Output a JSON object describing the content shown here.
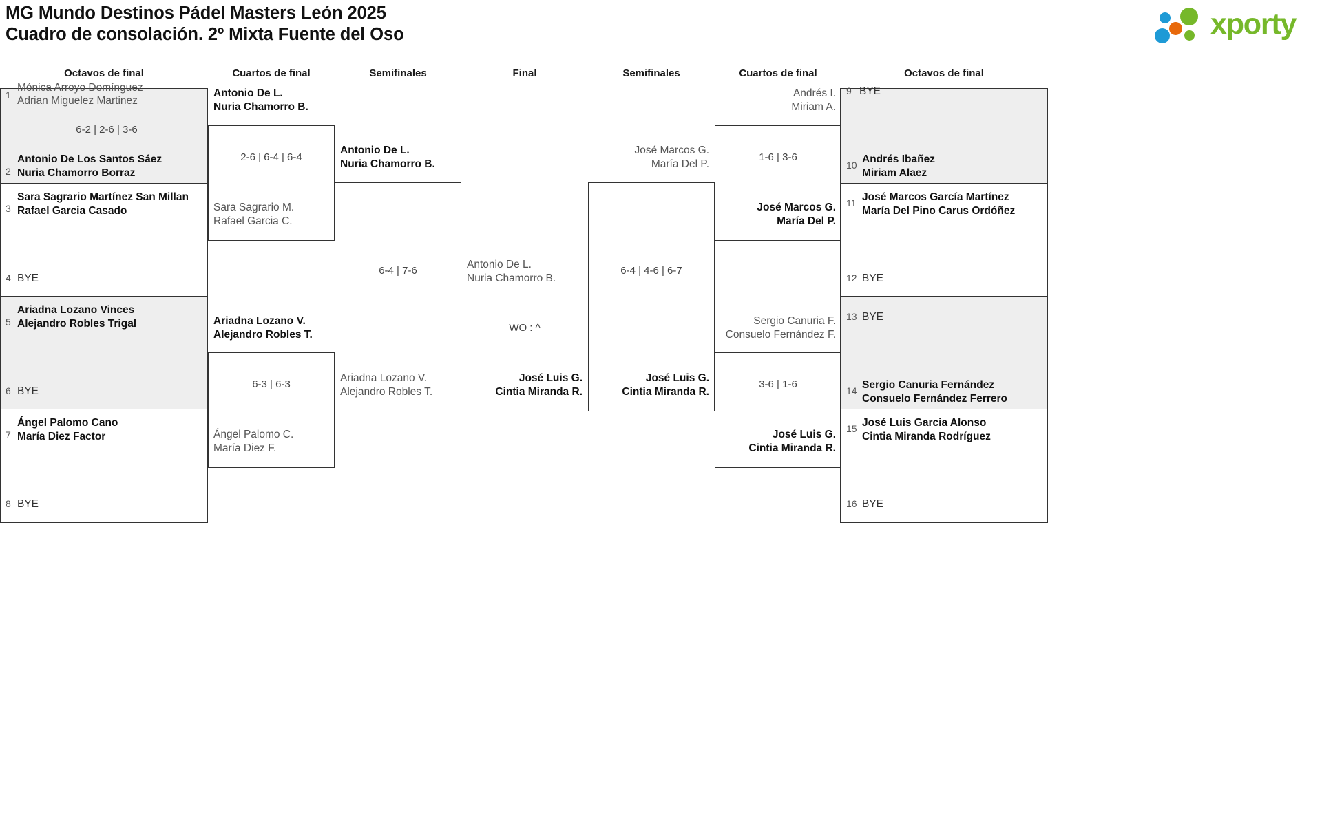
{
  "header": {
    "title_line1": "MG Mundo Destinos Pádel Masters León 2025",
    "title_line2": "Cuadro de consolación. 2º Mixta Fuente del Oso",
    "logo_text": "xporty",
    "logo_colors": {
      "green": "#76b82a",
      "blue": "#1e9ad6",
      "orange": "#e8690b"
    }
  },
  "round_headers": [
    {
      "label": "Octavos de final",
      "side": "left"
    },
    {
      "label": "Cuartos de final",
      "side": "left"
    },
    {
      "label": "Semifinales",
      "side": "left"
    },
    {
      "label": "Final",
      "side": "center"
    },
    {
      "label": "Semifinales",
      "side": "right"
    },
    {
      "label": "Cuartos de final",
      "side": "right"
    },
    {
      "label": "Octavos de final",
      "side": "right"
    }
  ],
  "bye_label": "BYE",
  "left": {
    "octavos": [
      {
        "seed": "1",
        "p1": "Mónica Arroyo Domínguez",
        "p2": "Adrian Miguelez Martinez",
        "status": "loser"
      },
      {
        "seed": "2",
        "p1": "Antonio De Los Santos Sáez",
        "p2": "Nuria Chamorro Borraz",
        "status": "winner"
      },
      {
        "seed": "3",
        "p1": "Sara Sagrario Martínez San Millan",
        "p2": "Rafael Garcia Casado",
        "status": "winner"
      },
      {
        "seed": "4",
        "p1": "BYE",
        "p2": "",
        "status": "bye"
      },
      {
        "seed": "5",
        "p1": "Ariadna Lozano Vinces",
        "p2": "Alejandro Robles Trigal",
        "status": "winner"
      },
      {
        "seed": "6",
        "p1": "BYE",
        "p2": "",
        "status": "bye"
      },
      {
        "seed": "7",
        "p1": "Ángel Palomo Cano",
        "p2": "María Diez Factor",
        "status": "winner"
      },
      {
        "seed": "8",
        "p1": "BYE",
        "p2": "",
        "status": "bye"
      }
    ],
    "octavos_scores": [
      "6-2 | 2-6 | 3-6",
      "",
      "",
      ""
    ],
    "cuartos": [
      {
        "p1": "Antonio De L.",
        "p2": "Nuria Chamorro B.",
        "status": "winner"
      },
      {
        "p1": "Sara Sagrario M.",
        "p2": "Rafael Garcia C.",
        "status": "loser"
      },
      {
        "p1": "Ariadna Lozano V.",
        "p2": "Alejandro Robles T.",
        "status": "winner"
      },
      {
        "p1": "Ángel Palomo C.",
        "p2": "María Diez F.",
        "status": "loser"
      }
    ],
    "cuartos_scores": [
      "2-6 | 6-4 | 6-4",
      "6-3 | 6-3"
    ],
    "semifinales": [
      {
        "p1": "Antonio De L.",
        "p2": "Nuria Chamorro B.",
        "status": "winner"
      },
      {
        "p1": "Ariadna Lozano V.",
        "p2": "Alejandro Robles T.",
        "status": "loser"
      }
    ],
    "semifinales_scores": [
      "6-4 | 7-6"
    ]
  },
  "final": {
    "top": {
      "p1": "Antonio De L.",
      "p2": "Nuria Chamorro B.",
      "status": "loser"
    },
    "bottom": {
      "p1": "José Luis G.",
      "p2": "Cintia Miranda R.",
      "status": "winner"
    },
    "score": "WO : ^"
  },
  "right": {
    "semifinales": [
      {
        "p1": "José Marcos G.",
        "p2": "María Del P.",
        "status": "loser"
      },
      {
        "p1": "José Luis G.",
        "p2": "Cintia Miranda R.",
        "status": "winner"
      }
    ],
    "semifinales_scores": [
      "6-4 | 4-6 | 6-7"
    ],
    "cuartos": [
      {
        "p1": "Andrés I.",
        "p2": "Miriam A.",
        "status": "loser"
      },
      {
        "p1": "José Marcos G.",
        "p2": "María Del P.",
        "status": "winner"
      },
      {
        "p1": "Sergio Canuria F.",
        "p2": "Consuelo Fernández F.",
        "status": "loser"
      },
      {
        "p1": "José Luis G.",
        "p2": "Cintia Miranda R.",
        "status": "winner"
      }
    ],
    "cuartos_scores": [
      "1-6 | 3-6",
      "3-6 | 1-6"
    ],
    "octavos": [
      {
        "seed": "9",
        "p1": "BYE",
        "p2": "",
        "status": "bye"
      },
      {
        "seed": "10",
        "p1": "Andrés Ibañez",
        "p2": "Miriam Alaez",
        "status": "winner"
      },
      {
        "seed": "11",
        "p1": "José Marcos García Martínez",
        "p2": "María Del Pino Carus Ordóñez",
        "status": "winner"
      },
      {
        "seed": "12",
        "p1": "BYE",
        "p2": "",
        "status": "bye"
      },
      {
        "seed": "13",
        "p1": "BYE",
        "p2": "",
        "status": "bye"
      },
      {
        "seed": "14",
        "p1": "Sergio Canuria Fernández",
        "p2": "Consuelo Fernández Ferrero",
        "status": "winner"
      },
      {
        "seed": "15",
        "p1": "José Luis Garcia Alonso",
        "p2": "Cintia Miranda Rodríguez",
        "status": "winner"
      },
      {
        "seed": "16",
        "p1": "BYE",
        "p2": "",
        "status": "bye"
      }
    ]
  }
}
